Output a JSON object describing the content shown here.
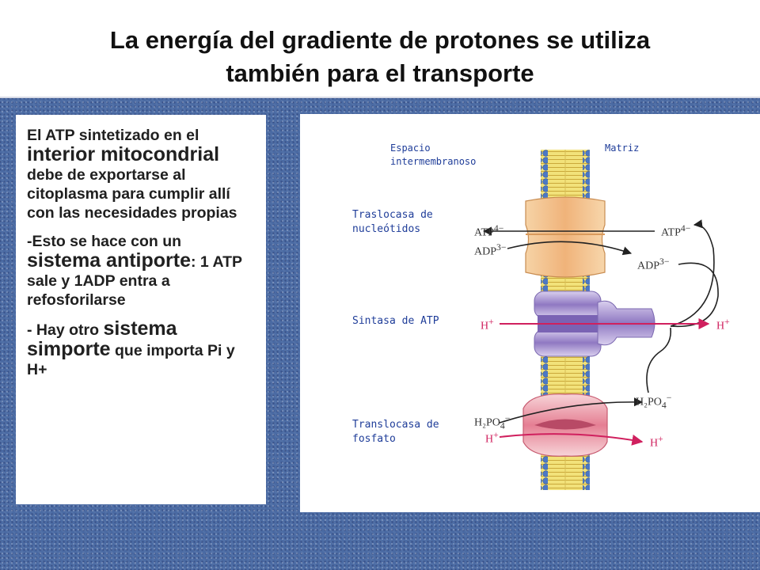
{
  "slide": {
    "title_line1": "La energía del gradiente de protones se utiliza",
    "title_line2": "también para el transporte"
  },
  "text_panel": {
    "p1_a": "El ATP sintetizado en el ",
    "p1_b": "interior mitocondrial",
    "p1_c": " debe de exportarse al citoplasma para cumplir allí con las necesidades propias",
    "p2_a": "-Esto se hace con un ",
    "p2_b": "sistema antiporte",
    "p2_c": ": 1 ATP sale y 1ADP entra a refosforilarse",
    "p3_a": "- Hay otro ",
    "p3_b": "sistema simporte",
    "p3_c": " que importa Pi y H+"
  },
  "diagram": {
    "label_space": "Espacio intermembranoso",
    "label_matrix": "Matriz",
    "label_translocase_nucleotides": "Traslocasa de nucleótidos",
    "label_atp_synthase": "Sintasa de ATP",
    "label_translocase_phosphate": "Translocasa de fosfato",
    "atp_left": "ATP",
    "atp_left_charge": "4−",
    "adp_left": "ADP",
    "adp_left_charge": "3−",
    "atp_right": "ATP",
    "atp_right_charge": "4−",
    "adp_right": "ADP",
    "adp_right_charge": "3−",
    "h_left": "H",
    "h_left_charge": "+",
    "h_right": "H",
    "h_right_charge": "+",
    "h2po4_left": "H₂PO",
    "h2po4_left_sub": "4",
    "h2po4_left_charge": "−",
    "h2po4_right": "H₂PO",
    "h2po4_right_sub": "4",
    "h2po4_right_charge": "−",
    "h_bottom_left": "H",
    "h_bottom_left_charge": "+",
    "h_bottom_right": "H",
    "h_bottom_right_charge": "+"
  },
  "colors": {
    "background": "#4a6aa3",
    "label_blue": "#1f3d99",
    "proton_arrow": "#d0205e",
    "nucleotide_translocase": "#f3c48f",
    "atp_synthase": "#b7a6d6",
    "phosphate_translocase": "#f1b5bf",
    "membrane_heads": "#4c78c5",
    "membrane_tails": "#f2e27a"
  }
}
